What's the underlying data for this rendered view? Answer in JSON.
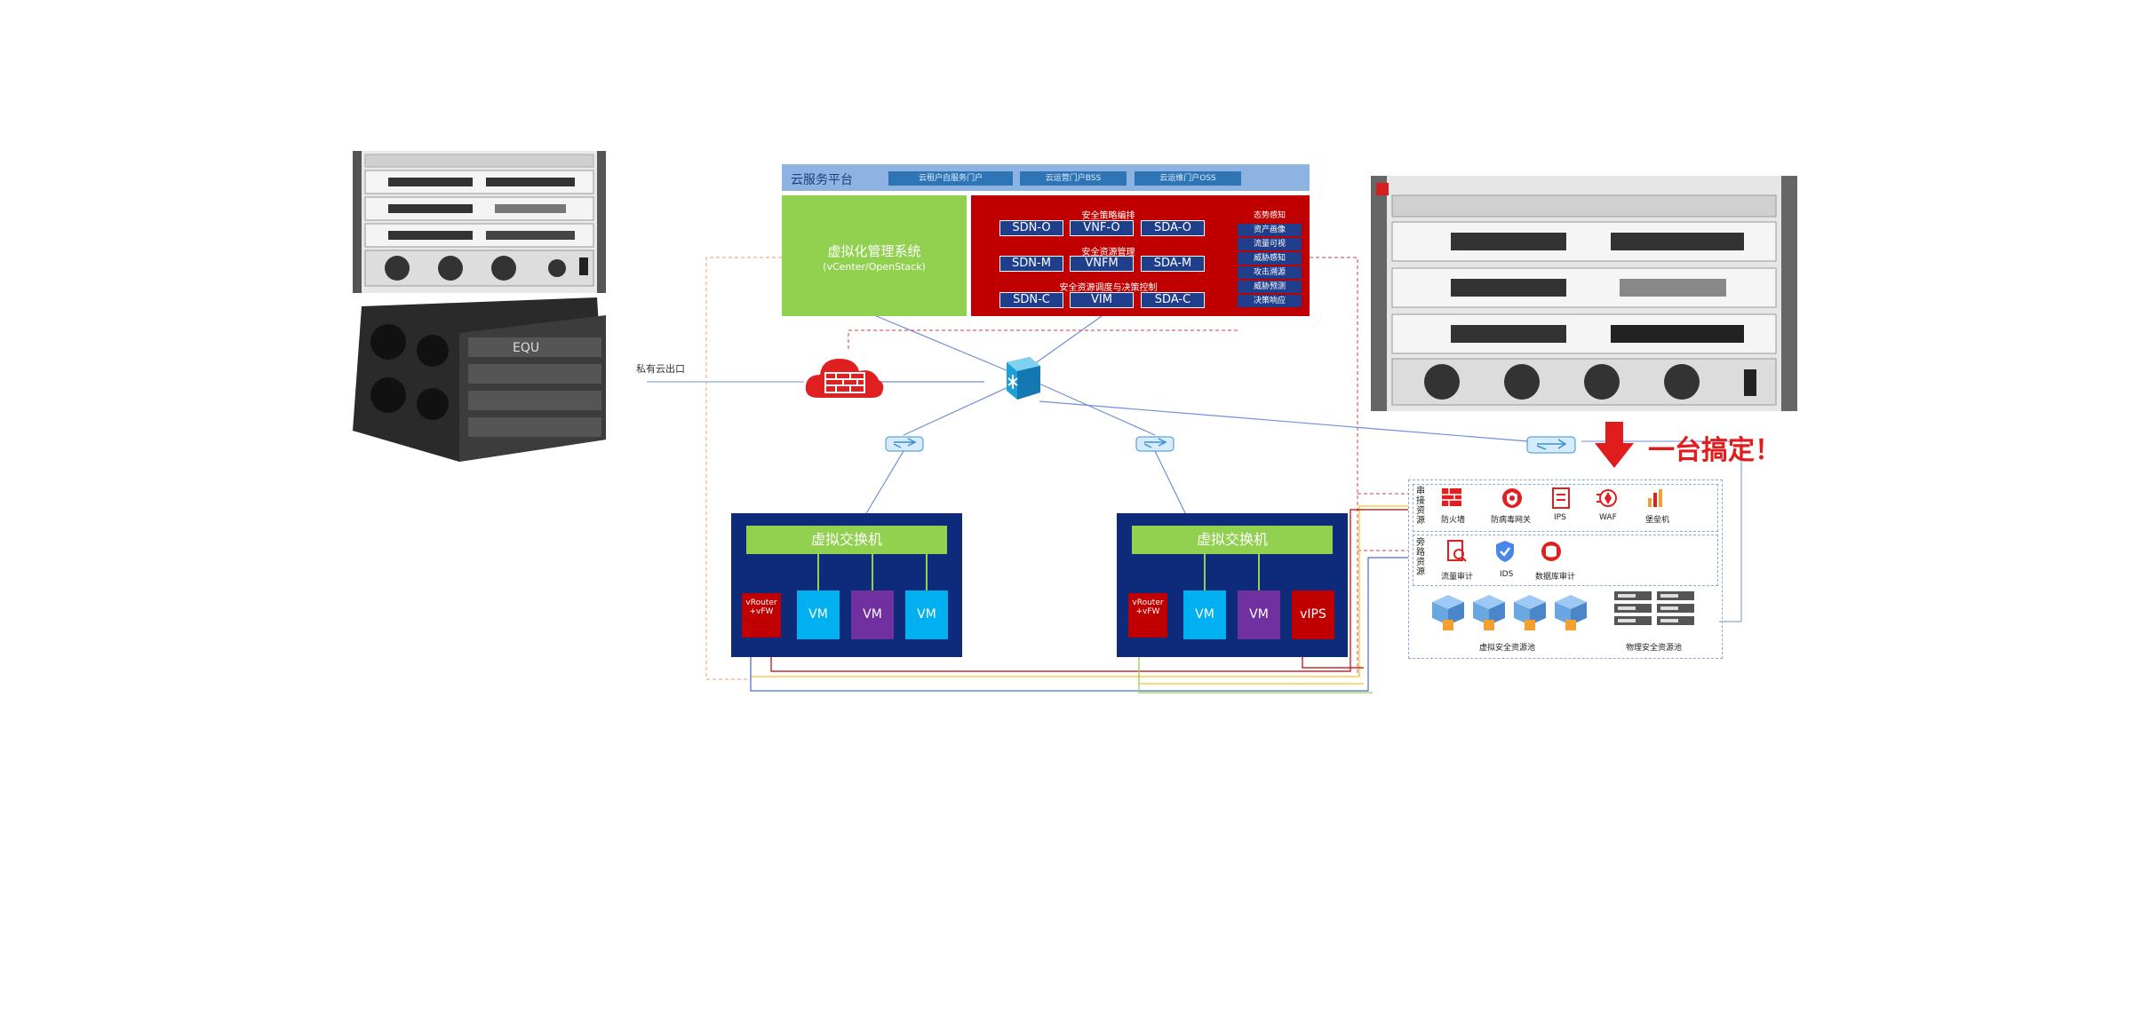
{
  "cloud_platform": {
    "title": "云服务平台",
    "portals": [
      "云租户自服务门户",
      "云运营门户BSS",
      "云运维门户OSS"
    ]
  },
  "virtualization": {
    "title": "虚拟化管理系统",
    "subtitle": "(vCenter/OpenStack)"
  },
  "security_panel": {
    "groups": [
      {
        "title": "安全策略编排",
        "items": [
          "SDN-O",
          "VNF-O",
          "SDA-O"
        ]
      },
      {
        "title": "安全资源管理",
        "items": [
          "SDN-M",
          "VNFM",
          "SDA-M"
        ]
      },
      {
        "title": "安全资源调度与决策控制",
        "items": [
          "SDN-C",
          "VIM",
          "SDA-C"
        ]
      }
    ],
    "side_items": [
      "态势感知",
      "资产画像",
      "流量可视",
      "威胁感知",
      "攻击溯源",
      "威胁预测",
      "决策响应"
    ]
  },
  "private_exit_label": "私有云出口",
  "vswitch_left": {
    "title": "虚拟交换机",
    "nodes": [
      "vRouter\n+vFW",
      "VM",
      "VM",
      "VM"
    ]
  },
  "vswitch_right": {
    "title": "虚拟交换机",
    "nodes": [
      "vRouter\n+vFW",
      "VM",
      "VM",
      "vIPS"
    ]
  },
  "resources": {
    "inline_label": "串接资源",
    "bypass_label": "旁路资源",
    "inline_items": [
      "防火墙",
      "防病毒网关",
      "IPS",
      "WAF",
      "堡垒机"
    ],
    "bypass_items": [
      "流量审计",
      "IDS",
      "数据库审计"
    ],
    "virtual_pool": "虚拟安全资源池",
    "physical_pool": "物理安全资源池"
  },
  "tagline": "一台搞定！",
  "device_brand": "EQU",
  "colors": {
    "panel_blue": "#0e2a7a",
    "green": "#92d050",
    "red": "#c00000",
    "chip_blue": "#1f3e8c",
    "light_blue": "#8db3e2",
    "tagline_red": "#e01c1c"
  }
}
